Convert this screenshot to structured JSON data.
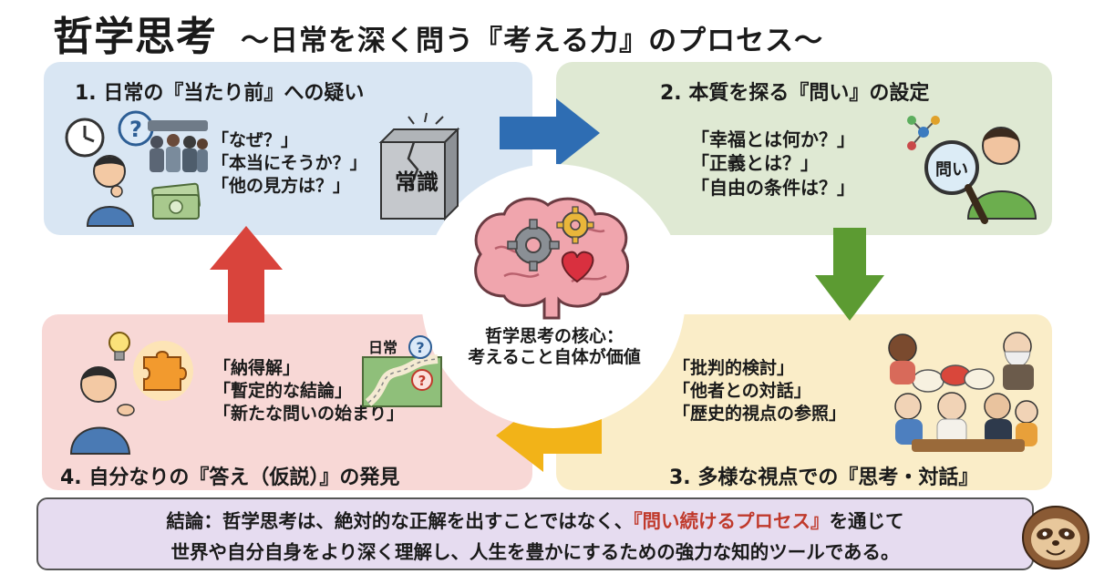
{
  "header": {
    "title": "哲学思考",
    "subtitle": "〜日常を深く問う『考える力』のプロセス〜"
  },
  "steps": [
    {
      "title": "1. 日常の『当たり前』への疑い",
      "items": [
        "「なぜ？」",
        "「本当にそうか？」",
        "「他の見方は？」"
      ],
      "block_label": "常識",
      "color": "#d9e6f3"
    },
    {
      "title": "2. 本質を探る『問い』の設定",
      "items": [
        "「幸福とは何か？」",
        "「正義とは？」",
        "「自由の条件は？」"
      ],
      "lens_label": "問い",
      "color": "#dfe9d3"
    },
    {
      "title": "3. 多様な視点での『思考・対話』",
      "items": [
        "「批判的検討」",
        "「他者との対話」",
        "「歴史的視点の参照」"
      ],
      "color": "#faedc8"
    },
    {
      "title": "4. 自分なりの『答え（仮説）』の発見",
      "items": [
        "「納得解」",
        "「暫定的な結論」",
        "「新たな問いの始まり」"
      ],
      "map_label": "日常",
      "color": "#f8d8d6"
    }
  ],
  "center": {
    "core_line1": "哲学思考の核心：",
    "core_line2": "考えること自体が価値"
  },
  "conclusion": {
    "line1_before": "結論：哲学思考は、絶対的な正解を出すことではなく、",
    "line1_highlight": "『問い続けるプロセス』",
    "line1_after": "を通じて",
    "line2": "世界や自分自身をより深く理解し、人生を豊かにするための強力な知的ツールである。"
  },
  "arrows": [
    {
      "name": "step1-to-2",
      "color": "#2e6db3"
    },
    {
      "name": "step2-to-3",
      "color": "#5c9b32"
    },
    {
      "name": "step3-to-4",
      "color": "#f2b318"
    },
    {
      "name": "step4-to-1",
      "color": "#d9443c"
    }
  ],
  "colors": {
    "highlight": "#c0392b",
    "conclusion_bg": "#e6dcf0"
  },
  "icons": [
    "clock-icon",
    "question-bubble-icon",
    "crowd-icon",
    "thinking-person-icon",
    "money-icon",
    "cracked-block-icon",
    "molecule-icon",
    "magnifier-icon",
    "person-icon",
    "brain-icon",
    "gear-icon",
    "heart-icon",
    "lightbulb-icon",
    "puzzle-icon",
    "road-map-icon",
    "discussion-group-icon",
    "sloth-icon"
  ]
}
